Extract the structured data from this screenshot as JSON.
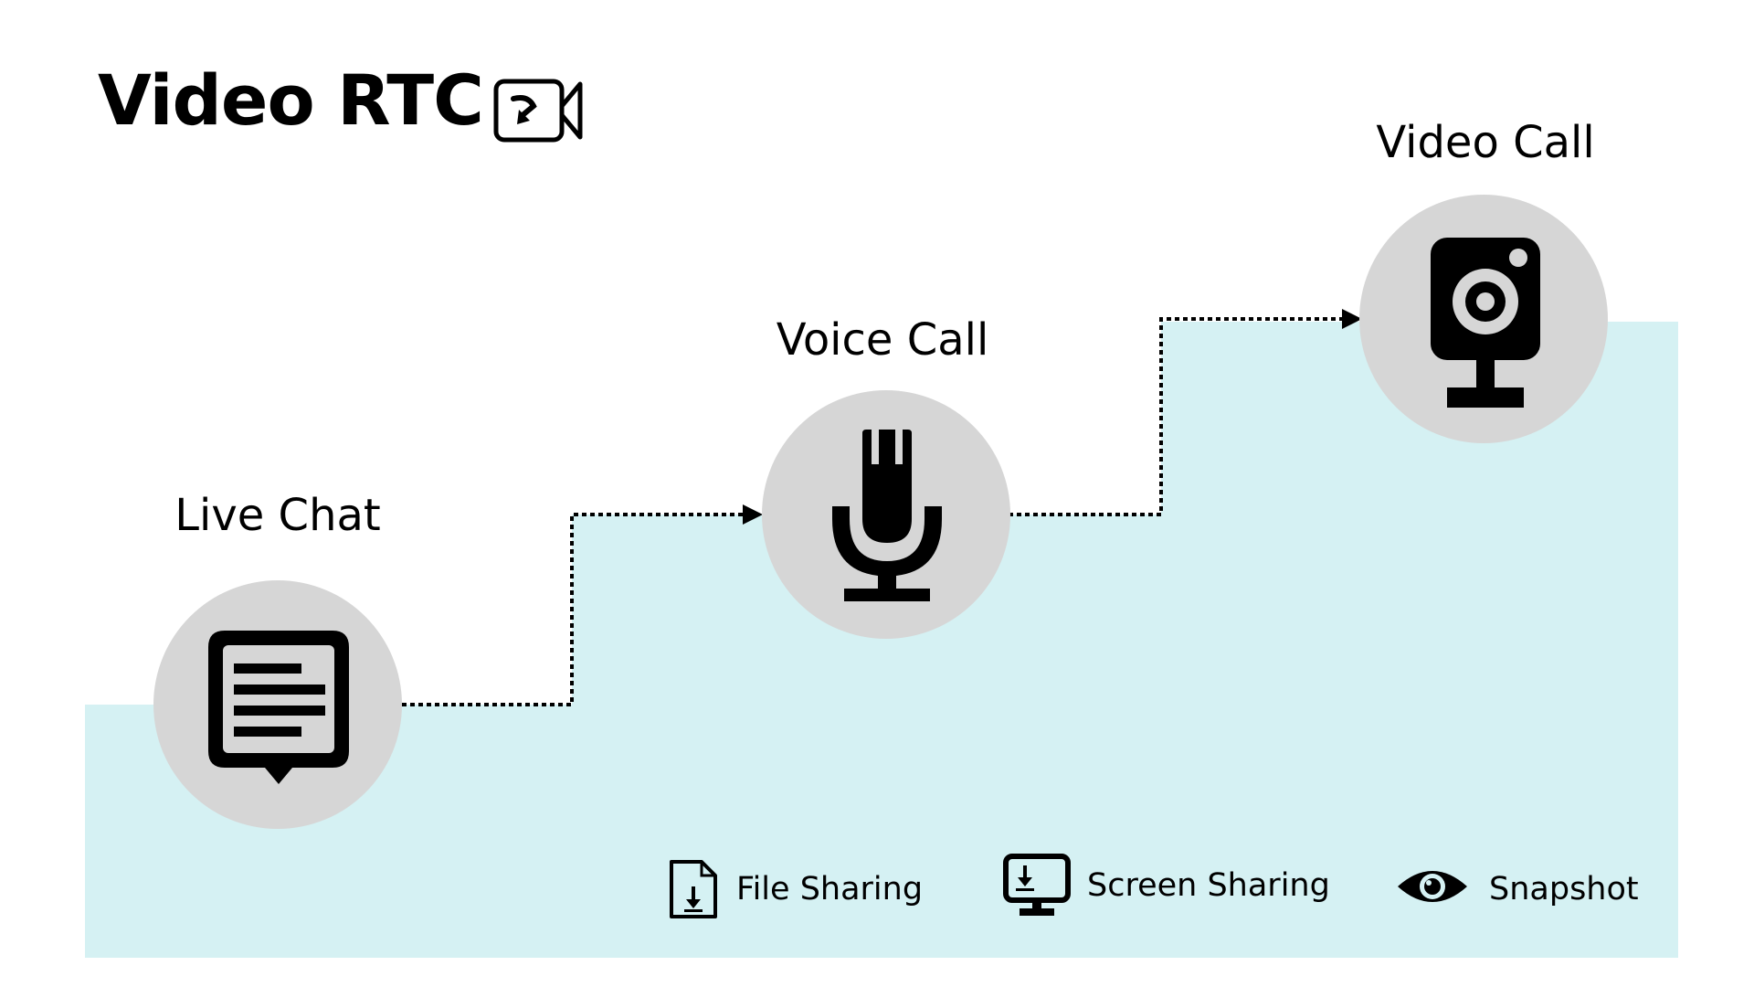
{
  "header": {
    "title": "Video RTC",
    "title_icon": "video-camera-icon"
  },
  "stages": [
    {
      "label": "Live Chat",
      "icon": "chat-message-icon"
    },
    {
      "label": "Voice Call",
      "icon": "microphone-icon"
    },
    {
      "label": "Video Call",
      "icon": "webcam-icon"
    }
  ],
  "features": [
    {
      "label": "File Sharing",
      "icon": "file-download-icon"
    },
    {
      "label": "Screen Sharing",
      "icon": "monitor-icon"
    },
    {
      "label": "Snapshot",
      "icon": "eye-icon"
    }
  ],
  "colors": {
    "background_band": "#d5f1f3",
    "circle_fill": "#d6d6d6",
    "icon_color": "#000000"
  }
}
